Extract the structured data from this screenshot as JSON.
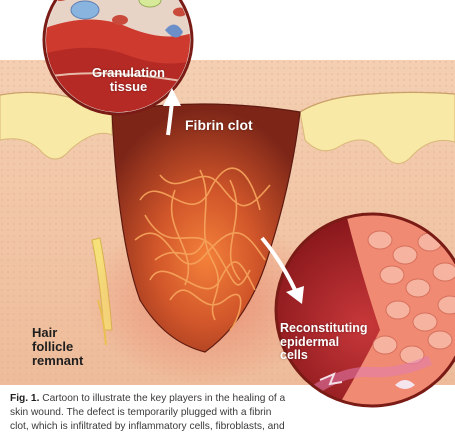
{
  "labels": {
    "granulation": [
      "Granulation",
      "tissue"
    ],
    "fibrin_clot": "Fibrin clot",
    "epidermal": [
      "Reconstituting",
      "epidermal",
      "cells"
    ],
    "hair_follicle": [
      "Hair",
      "follicle",
      "remnant"
    ]
  },
  "caption": {
    "figure_number": "Fig. 1.",
    "lines": [
      "Cartoon to illustrate the key players in the healing of a",
      "skin wound. The defect is temporarily plugged with a fibrin",
      "clot, which is infiltrated by inflammatory cells, fibroblasts, and"
    ]
  },
  "colors": {
    "dermis": "#f3ccae",
    "epidermis": "#f9e9a6",
    "clot_dark": "#8a2c1c",
    "clot_glow": "#f07c3a",
    "fibrin_strands": "#f5a25e",
    "lens_red": "#a81d22",
    "arrow": "#ffffff"
  }
}
